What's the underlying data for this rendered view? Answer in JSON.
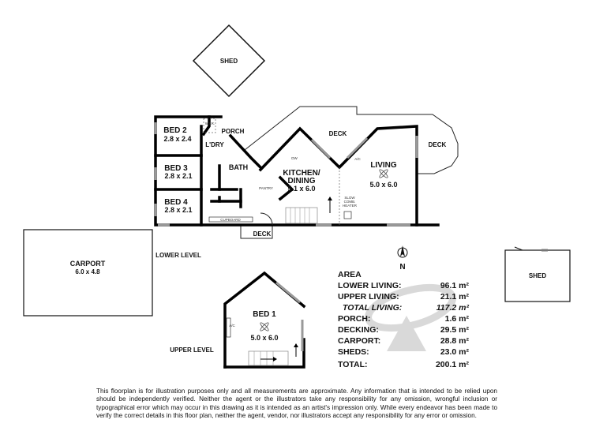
{
  "shed_top": {
    "label": "SHED"
  },
  "lower_level": {
    "title": "LOWER LEVEL",
    "rooms": {
      "bed2": {
        "name": "BED 2",
        "size": "2.8 x 2.4"
      },
      "bed3": {
        "name": "BED 3",
        "size": "2.8 x 2.1"
      },
      "bed4": {
        "name": "BED 4",
        "size": "2.8 x 2.1"
      },
      "wir": "W.I.R.",
      "porch": "PORCH",
      "laundry": "L'DRY",
      "bath": "BATH",
      "kitchen": {
        "name1": "KITCHEN/",
        "name2": "DINING",
        "size": "5.1 x 6.0"
      },
      "pantry": "PANTRY",
      "dw": "DW",
      "living": {
        "name": "LIVING",
        "size": "5.0 x 6.0"
      },
      "ac": "A/C",
      "heater": [
        "SLOW",
        "COMB.",
        "HEATER"
      ],
      "cupboard": "CUPBOARD",
      "deck_top": "DECK",
      "deck_right": "DECK",
      "deck_bottom": "DECK"
    }
  },
  "carport": {
    "name": "CARPORT",
    "size": "6.0 x 4.8"
  },
  "shed_right": {
    "label": "SHED"
  },
  "compass": {
    "label": "N",
    "icon": "north-arrow-icon"
  },
  "upper_level": {
    "title": "UPPER LEVEL",
    "bed1": {
      "name": "BED 1",
      "size": "5.0 x 6.0"
    },
    "ac": "A/C"
  },
  "area": {
    "title": "AREA",
    "rows": [
      {
        "label": "LOWER LIVING:",
        "value": "96.1 m²"
      },
      {
        "label": "UPPER LIVING:",
        "value": "21.1 m²"
      },
      {
        "label": "TOTAL LIVING:",
        "value": "117.2 m²"
      },
      {
        "label": "PORCH:",
        "value": "1.6 m²"
      },
      {
        "label": "DECKING:",
        "value": "29.5 m²"
      },
      {
        "label": "CARPORT:",
        "value": "28.8 m²"
      },
      {
        "label": "SHEDS:",
        "value": "23.0 m²"
      },
      {
        "label": "TOTAL:",
        "value": "200.1 m²"
      }
    ]
  },
  "disclaimer": "This floorplan is for illustration purposes only and all measurements are approximate. Any information that is intended to be relied upon should be independently verified. Neither the agent or the illustrators take any responsibility for any omission, wrongful inclusion or typographical error which may occur in this drawing as it is intended as an artist's impression only. While every endeavor has been made to verify the correct details in this floor plan, neither the agent, vendor, nor illustrators accept any responsibility for any error or omission.",
  "colors": {
    "wall": "#000000",
    "window": "#999999",
    "watermark": "#d0d0d0"
  }
}
